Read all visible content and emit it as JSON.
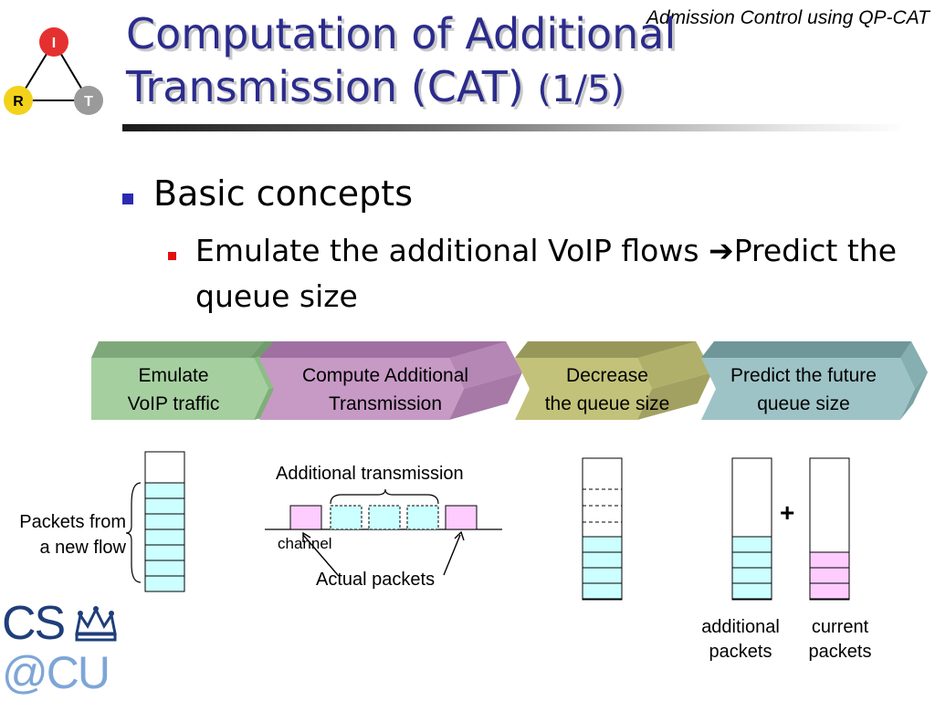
{
  "header_note": "Admission Control using QP-CAT",
  "title": {
    "line1": "Computation of Additional",
    "line2": "Transmission (CAT)",
    "part": "(1/5)"
  },
  "logo": {
    "nodes": [
      "I",
      "R",
      "T"
    ],
    "colors": {
      "I": "#e53030",
      "R": "#f2d21a",
      "T": "#9a9a9a"
    }
  },
  "bullets": {
    "level1": "Basic concepts",
    "level2_a": "Emulate the additional VoIP flows ",
    "level2_b": "Predict the queue size"
  },
  "process_steps": [
    {
      "line1": "Emulate",
      "line2": "VoIP traffic",
      "color": "#a6cfa0"
    },
    {
      "line1": "Compute Additional",
      "line2": "Transmission",
      "color": "#c79ac6"
    },
    {
      "line1": "Decrease",
      "line2": "the queue size",
      "color": "#c3c27a"
    },
    {
      "line1": "Predict the future",
      "line2": "queue size",
      "color": "#9ec3c6"
    }
  ],
  "diagrams": {
    "packets_from_new_flow": {
      "line1": "Packets from",
      "line2": "a new flow"
    },
    "additional_transmission": "Additional transmission",
    "channel": "channel",
    "actual_packets": "Actual packets",
    "additional_packets": {
      "line1": "additional",
      "line2": "packets"
    },
    "current_packets": {
      "line1": "current",
      "line2": "packets"
    },
    "plus": "+"
  },
  "footer_logo": {
    "line1": "CS",
    "line2": "@CU"
  }
}
